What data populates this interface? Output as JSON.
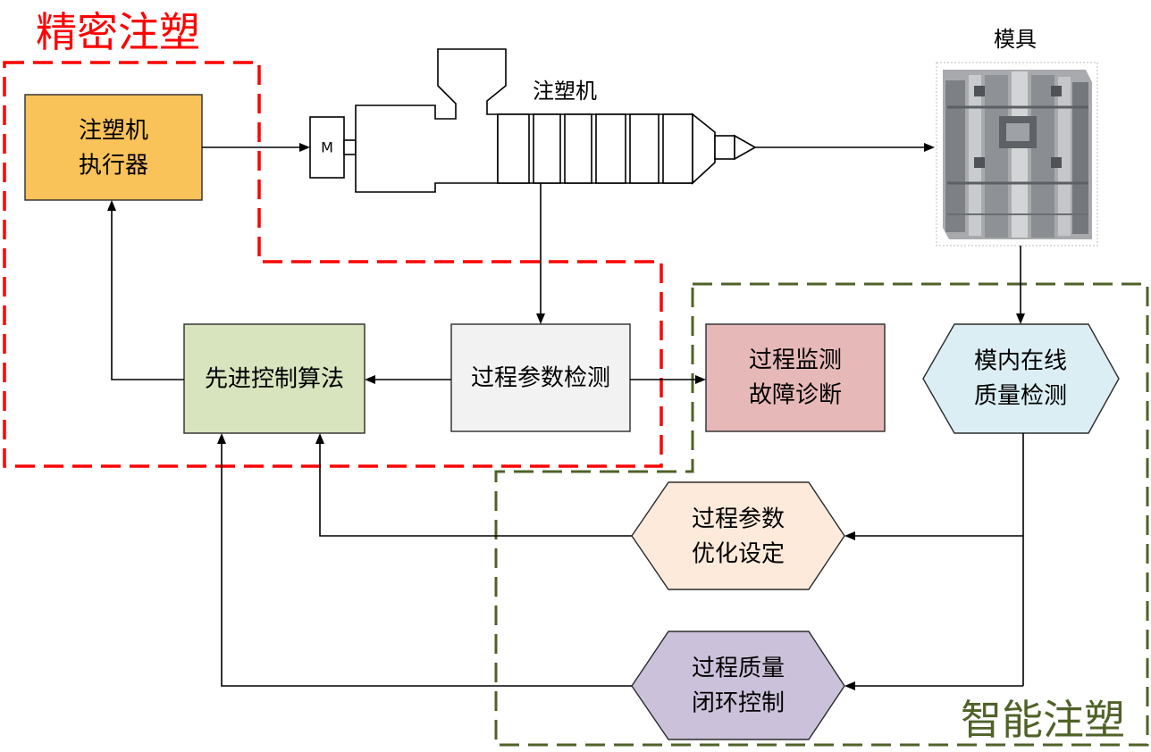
{
  "regions": {
    "precision": {
      "title": "精密注塑",
      "color": "#ff0000"
    },
    "intelligent": {
      "title": "智能注塑",
      "color": "#4f6228"
    }
  },
  "machine": {
    "label": "注塑机",
    "motor_label": "M"
  },
  "mold": {
    "label": "模具"
  },
  "boxes": {
    "actuator": {
      "lines": [
        "注塑机",
        "执行器"
      ],
      "fill": "#fac35a"
    },
    "advanced_control": {
      "lines": [
        "先进控制算法"
      ],
      "fill": "#d7e4bd"
    },
    "parameter_detection": {
      "lines": [
        "过程参数检测"
      ],
      "fill": "#f2f2f2"
    },
    "monitoring": {
      "lines": [
        "过程监测",
        "故障诊断"
      ],
      "fill": "#e6b9b8"
    },
    "inmold_quality": {
      "lines": [
        "模内在线",
        "质量检测"
      ],
      "fill": "#dbeef4"
    },
    "param_optimization": {
      "lines": [
        "过程参数",
        "优化设定"
      ],
      "fill": "#fdeada"
    },
    "closed_loop": {
      "lines": [
        "过程质量",
        "闭环控制"
      ],
      "fill": "#ccc1da"
    }
  }
}
